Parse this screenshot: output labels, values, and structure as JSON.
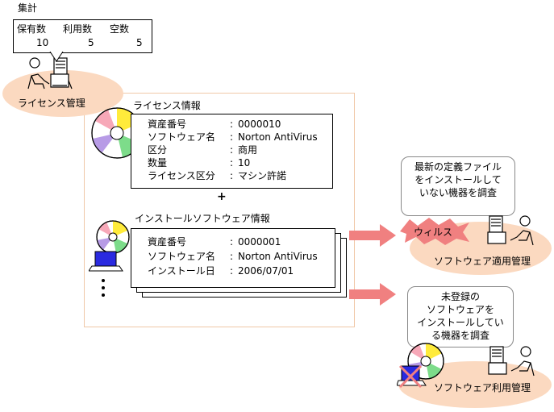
{
  "summary": {
    "title": "集計",
    "headers": [
      "保有数",
      "利用数",
      "空数"
    ],
    "values": [
      "10",
      "5",
      "5"
    ]
  },
  "license_mgmt": {
    "label": "ライセンス管理"
  },
  "license_info": {
    "title": "ライセンス情報",
    "rows": [
      {
        "k": "資産番号",
        "v": "0000010"
      },
      {
        "k": "ソフトウェア名",
        "v": "Norton AntiVirus"
      },
      {
        "k": "区分",
        "v": "商用"
      },
      {
        "k": "数量",
        "v": "10"
      },
      {
        "k": "ライセンス区分",
        "v": "マシン許諾"
      }
    ]
  },
  "plus": "+",
  "install_info": {
    "title": "インストールソフトウェア情報",
    "rows": [
      {
        "k": "資産番号",
        "v": "0000001"
      },
      {
        "k": "ソフトウェア名",
        "v": "Norton AntiVirus"
      },
      {
        "k": "インストール日",
        "v": "2006/07/01"
      }
    ]
  },
  "apply_mgmt": {
    "callout": [
      "最新の定義ファイル",
      "をインストールして",
      "いない機器を調査"
    ],
    "virus": "ウィルス",
    "label": "ソフトウェア適用管理"
  },
  "use_mgmt": {
    "callout": [
      "未登録の",
      "ソフトウェアを",
      "インストールしてい",
      "る機器を調査"
    ],
    "label": "ソフトウェア利用管理"
  },
  "colors": {
    "pill": "#fbd9c0",
    "arrow": "#f08080",
    "frame": "#f0c8a8",
    "cd_yellow": "#ffeb3b",
    "cd_green": "#7ddc8a",
    "cd_purple": "#b79be6",
    "cd_pink": "#f7a8b8",
    "pc": "#2a2ae0"
  }
}
